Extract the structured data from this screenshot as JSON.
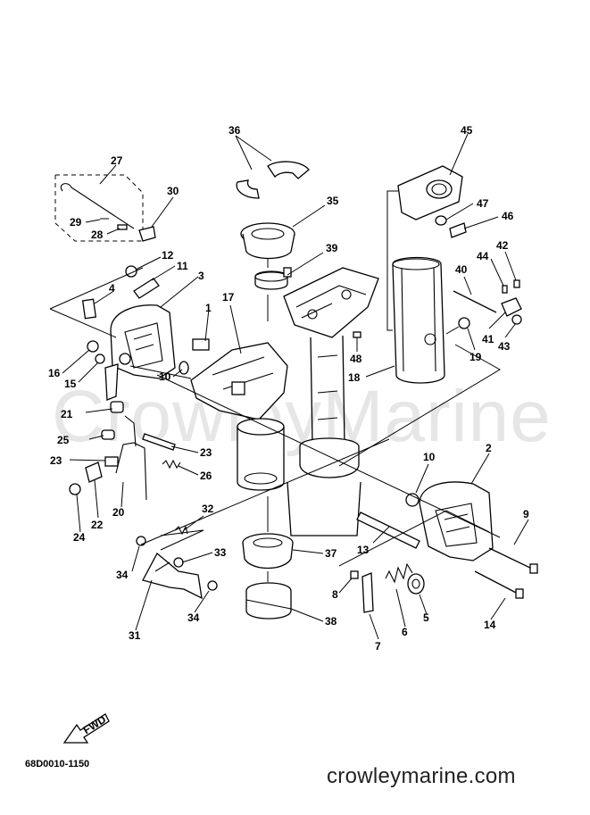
{
  "watermark": "CrowleyMarine",
  "diagram_code": "68D0010-1150",
  "site_name": "crowleymarine.com",
  "fwd_label": "FWD",
  "callouts": [
    {
      "id": "c1",
      "label": "1"
    },
    {
      "id": "c2",
      "label": "2"
    },
    {
      "id": "c3",
      "label": "3"
    },
    {
      "id": "c4",
      "label": "4"
    },
    {
      "id": "c5",
      "label": "5"
    },
    {
      "id": "c6",
      "label": "6"
    },
    {
      "id": "c7",
      "label": "7"
    },
    {
      "id": "c8",
      "label": "8"
    },
    {
      "id": "c9",
      "label": "9"
    },
    {
      "id": "c10a",
      "label": "10"
    },
    {
      "id": "c10b",
      "label": "10"
    },
    {
      "id": "c11",
      "label": "11"
    },
    {
      "id": "c12",
      "label": "12"
    },
    {
      "id": "c13",
      "label": "13"
    },
    {
      "id": "c14",
      "label": "14"
    },
    {
      "id": "c15",
      "label": "15"
    },
    {
      "id": "c16",
      "label": "16"
    },
    {
      "id": "c17",
      "label": "17"
    },
    {
      "id": "c18",
      "label": "18"
    },
    {
      "id": "c19",
      "label": "19"
    },
    {
      "id": "c20",
      "label": "20"
    },
    {
      "id": "c21",
      "label": "21"
    },
    {
      "id": "c22",
      "label": "22"
    },
    {
      "id": "c23a",
      "label": "23"
    },
    {
      "id": "c23b",
      "label": "23"
    },
    {
      "id": "c24",
      "label": "24"
    },
    {
      "id": "c25",
      "label": "25"
    },
    {
      "id": "c26",
      "label": "26"
    },
    {
      "id": "c27",
      "label": "27"
    },
    {
      "id": "c28",
      "label": "28"
    },
    {
      "id": "c29",
      "label": "29"
    },
    {
      "id": "c30",
      "label": "30"
    },
    {
      "id": "c31",
      "label": "31"
    },
    {
      "id": "c32",
      "label": "32"
    },
    {
      "id": "c33",
      "label": "33"
    },
    {
      "id": "c34a",
      "label": "34"
    },
    {
      "id": "c34b",
      "label": "34"
    },
    {
      "id": "c35",
      "label": "35"
    },
    {
      "id": "c36",
      "label": "36"
    },
    {
      "id": "c37",
      "label": "37"
    },
    {
      "id": "c38",
      "label": "38"
    },
    {
      "id": "c39",
      "label": "39"
    },
    {
      "id": "c40",
      "label": "40"
    },
    {
      "id": "c41",
      "label": "41"
    },
    {
      "id": "c42",
      "label": "42"
    },
    {
      "id": "c43",
      "label": "43"
    },
    {
      "id": "c44",
      "label": "44"
    },
    {
      "id": "c45",
      "label": "45"
    },
    {
      "id": "c46",
      "label": "46"
    },
    {
      "id": "c47",
      "label": "47"
    },
    {
      "id": "c48",
      "label": "48"
    }
  ]
}
